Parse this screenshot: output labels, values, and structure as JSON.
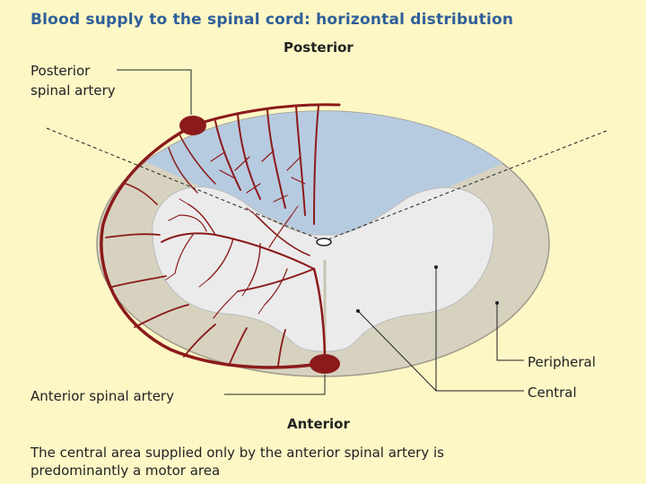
{
  "title": "Blood supply to the spinal cord: horizontal distribution",
  "labels": {
    "posterior": "Posterior",
    "posterior_spinal_artery_line1": "Posterior",
    "posterior_spinal_artery_line2": "spinal artery",
    "anterior_spinal_artery": "Anterior spinal artery",
    "peripheral": "Peripheral",
    "central": "Central",
    "anterior": "Anterior"
  },
  "caption": {
    "line1": "The central area supplied only by the anterior spinal artery is",
    "line2": "predominantly a motor area"
  },
  "colors": {
    "background": "#fdf7c6",
    "title": "#2f5f99",
    "white_matter_peripheral": "#d7d2c0",
    "gray_matter": "#ebebeb",
    "posterior_territory": "#b7cbe0",
    "artery": "#8b1a1a"
  }
}
